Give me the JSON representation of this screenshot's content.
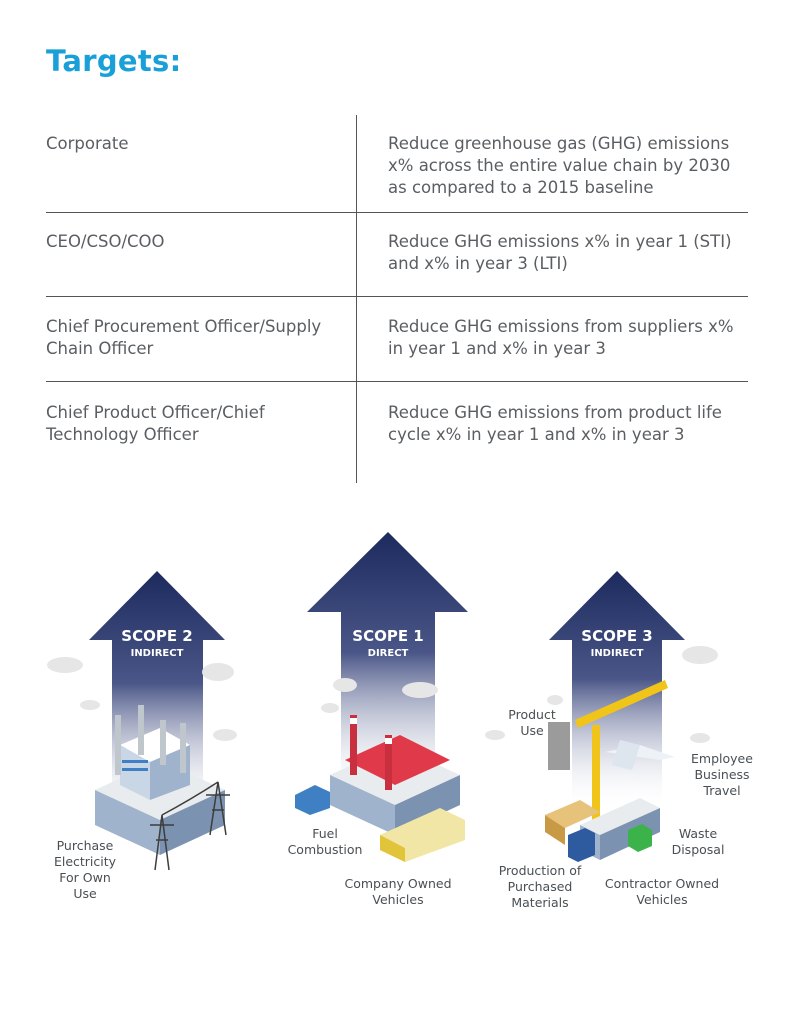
{
  "title": "Targets:",
  "table": {
    "rows": [
      {
        "role": "Corporate",
        "target": "Reduce greenhouse gas (GHG) emissions x% across the entire value chain by 2030 as compared to a 2015 baseline"
      },
      {
        "role": "CEO/CSO/COO",
        "target": "Reduce GHG emissions x% in year 1 (STI) and x% in year 3 (LTI)"
      },
      {
        "role": "Chief Procurement Officer/Supply Chain Officer",
        "target": "Reduce GHG emissions from suppliers x% in year 1 and x% in year 3"
      },
      {
        "role": "Chief Product Officer/Chief Technology Officer",
        "target": "Reduce GHG emissions from product life cycle x% in year 1 and x% in year 3"
      }
    ]
  },
  "scopes": [
    {
      "name": "SCOPE 2",
      "type": "INDIRECT",
      "labels": [
        "Purchase Electricity For Own Use"
      ]
    },
    {
      "name": "SCOPE 1",
      "type": "DIRECT",
      "labels": [
        "Fuel Combustion",
        "Company Owned Vehicles"
      ]
    },
    {
      "name": "SCOPE 3",
      "type": "INDIRECT",
      "labels": [
        "Product Use",
        "Employee Business Travel",
        "Waste Disposal",
        "Production of Purchased Materials",
        "Contractor Owned Vehicles"
      ]
    }
  ],
  "colors": {
    "title": "#1aa0d8",
    "arrow": "#1d2a5e",
    "text": "#5a5e62"
  }
}
